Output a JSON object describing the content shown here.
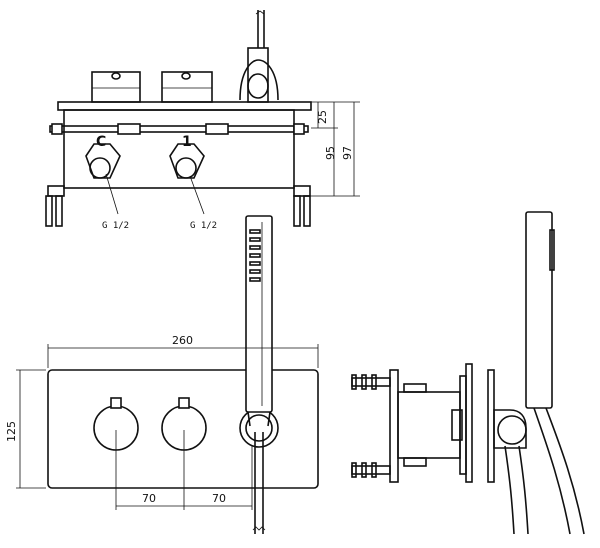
{
  "labels": {
    "outlet_c": "C",
    "outlet_1": "1",
    "thread_c": "G 1/2",
    "thread_1": "G 1/2"
  },
  "dimensions": {
    "width": "260",
    "height": "125",
    "spacing_left": "70",
    "spacing_right": "70",
    "depth_small": "25",
    "depth_mid": "95",
    "depth_total": "97"
  }
}
